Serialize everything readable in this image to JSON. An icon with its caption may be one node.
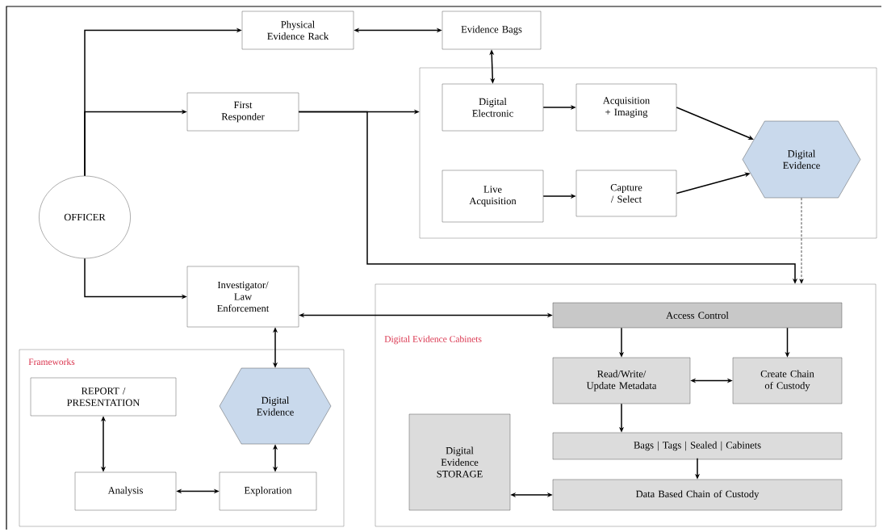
{
  "diagram": {
    "nodes": [
      {
        "text": [
          "OFFICER"
        ]
      },
      {
        "text": [
          "Physical Evidence Rack"
        ]
      },
      {
        "text": [
          "Evidence Bags"
        ]
      },
      {
        "text": [
          "First Responder"
        ]
      },
      {
        "text": [],
        "shape": "box"
      },
      {
        "text": [
          "Digital Electronic"
        ],
        "in": 4
      },
      {
        "text": [
          "Acquisition + Imaging"
        ],
        "in": 4
      },
      {
        "text": [
          "Live Acquisition"
        ],
        "in": 4
      },
      {
        "text": [
          "Capture / Select"
        ],
        "in": 4
      },
      {
        "text": [
          "Digital Evidence"
        ],
        "in": 4
      },
      {
        "text": [
          "Investigator/ Law Enforcement"
        ]
      },
      {
        "text": [
          "Frameworks"
        ]
      },
      {
        "text": [
          "REPORT / PRESENTATION"
        ],
        "in": 11
      },
      {
        "text": [
          "Digital Evidence"
        ],
        "in": 11
      },
      {
        "text": [
          "Analysis"
        ],
        "in": 11
      },
      {
        "text": [
          "Exploration"
        ],
        "in": 11
      },
      {
        "text": [
          "Digital Evidence Cabinets"
        ]
      },
      {
        "text": [
          "Access Control"
        ],
        "in": 16
      },
      {
        "text": [
          "Read/Write/ Update Metadata"
        ],
        "in": 16
      },
      {
        "text": [
          "Create Chain of Custody"
        ],
        "in": 16
      },
      {
        "text": [
          "Bags | Tags | Sealed | Cabinets"
        ],
        "in": 16
      },
      {
        "text": [
          "Digital Evidence STORAGE"
        ],
        "in": 16
      },
      {
        "text": [
          "Data Based Chain of Custody"
        ],
        "in": 16
      }
    ],
    "edges": [
      {
        "from": 0,
        "to": 1,
        "arrow": "to"
      },
      {
        "from": 0,
        "to": 3,
        "arrow": "to"
      },
      {
        "from": 0,
        "to": 10,
        "arrow": "to"
      },
      {
        "from": 1,
        "to": 2,
        "arrow": "both"
      },
      {
        "from": 2,
        "to": 5,
        "arrow": "both"
      },
      {
        "from": 3,
        "to": 4,
        "arrow": "to"
      },
      {
        "from": 3,
        "to": 16,
        "arrow": "to"
      },
      {
        "from": 5,
        "to": 6,
        "arrow": "to"
      },
      {
        "from": 6,
        "to": 9,
        "arrow": "to"
      },
      {
        "from": 7,
        "to": 8,
        "arrow": "to"
      },
      {
        "from": 8,
        "to": 9,
        "arrow": "to"
      },
      {
        "from": 9,
        "to": 16,
        "arrow": "to",
        "style": "dashed"
      },
      {
        "from": 10,
        "to": 17,
        "arrow": "both"
      },
      {
        "from": 10,
        "to": 13,
        "arrow": "both"
      },
      {
        "from": 12,
        "to": 14,
        "arrow": "both"
      },
      {
        "from": 14,
        "to": 15,
        "arrow": "both"
      },
      {
        "from": 13,
        "to": 15,
        "arrow": "both"
      },
      {
        "from": 17,
        "to": 18,
        "arrow": "to"
      },
      {
        "from": 17,
        "to": 19,
        "arrow": "to"
      },
      {
        "from": 18,
        "to": 19,
        "arrow": "both"
      },
      {
        "from": 18,
        "to": 20,
        "arrow": "to"
      },
      {
        "from": 20,
        "to": 22,
        "arrow": "to"
      },
      {
        "from": 21,
        "to": 22,
        "arrow": "both"
      }
    ]
  }
}
